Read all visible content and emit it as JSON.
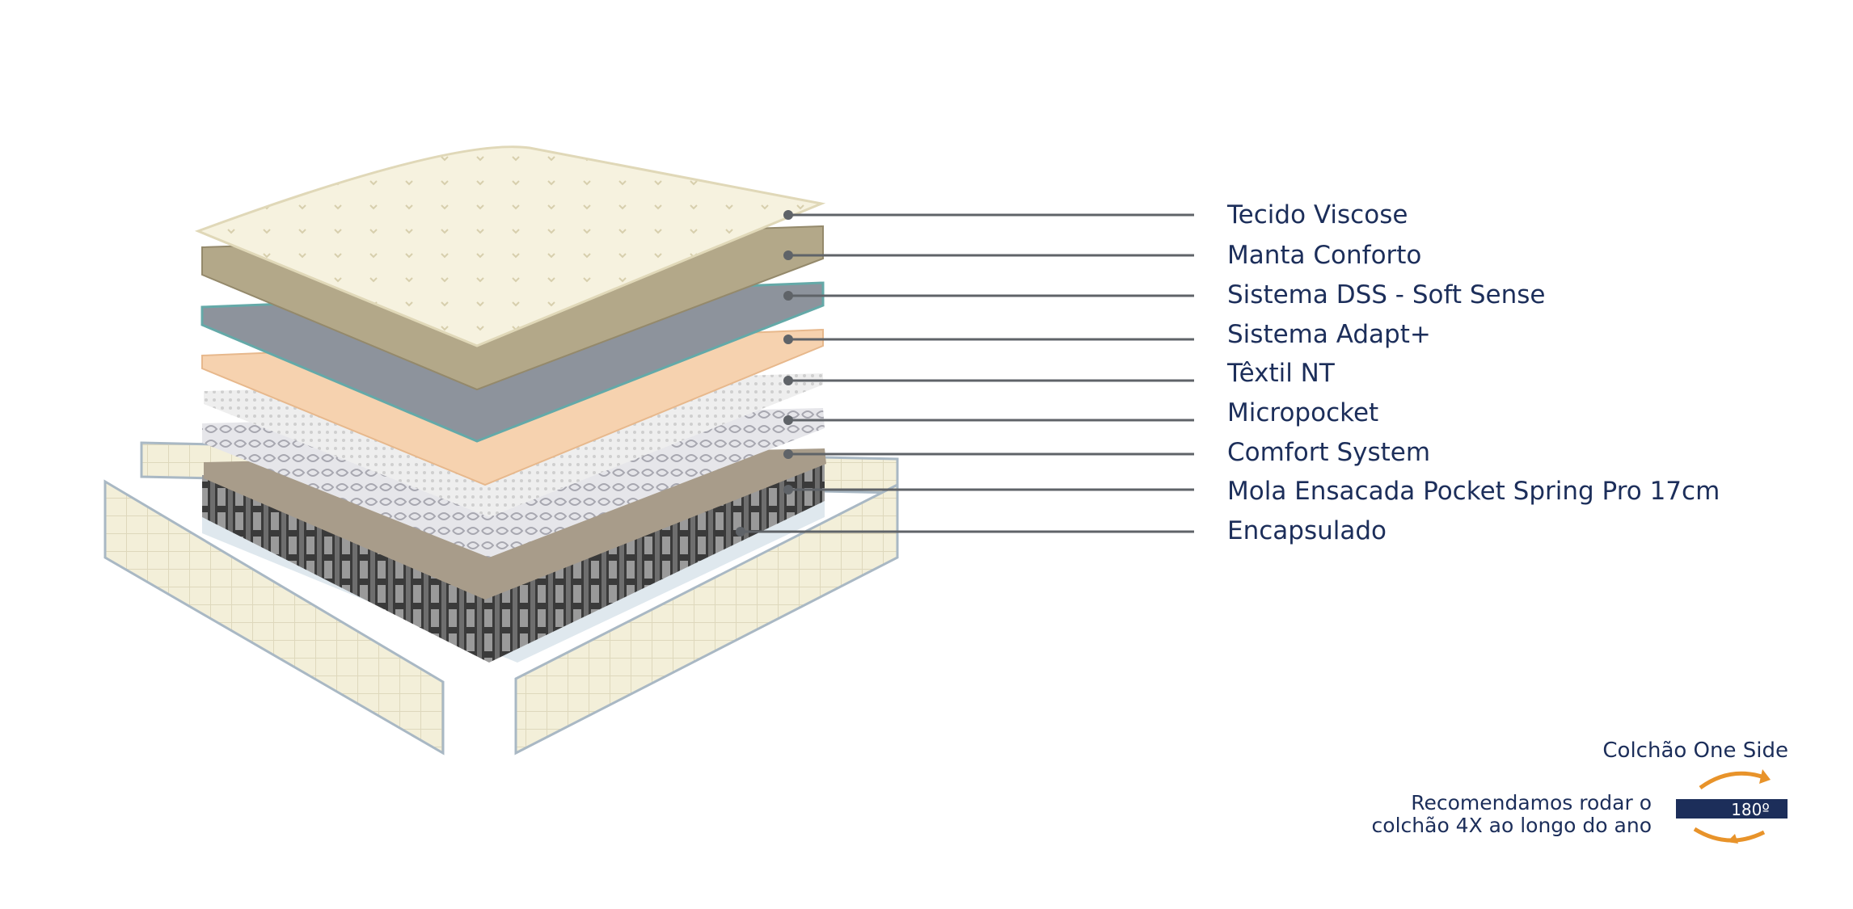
{
  "layers": [
    {
      "label": "Tecido Viscose"
    },
    {
      "label": "Manta Conforto"
    },
    {
      "label": "Sistema DSS - Soft Sense"
    },
    {
      "label": "Sistema Adapt+"
    },
    {
      "label": "Têxtil NT"
    },
    {
      "label": "Micropocket"
    },
    {
      "label": "Comfort System"
    },
    {
      "label": "Mola Ensacada Pocket Spring Pro 17cm"
    },
    {
      "label": "Encapsulado"
    }
  ],
  "footer": {
    "one_side": "Colchão One Side",
    "rotate_line1": "Recomendamos rodar o",
    "rotate_line2": "colchão 4X ao longo do ano",
    "badge": "180º"
  },
  "colors": {
    "text": "#1c2e5a",
    "leader_line": "#5f6368",
    "accent_arrow": "#e8932a",
    "badge_bg": "#1c2e5a"
  }
}
